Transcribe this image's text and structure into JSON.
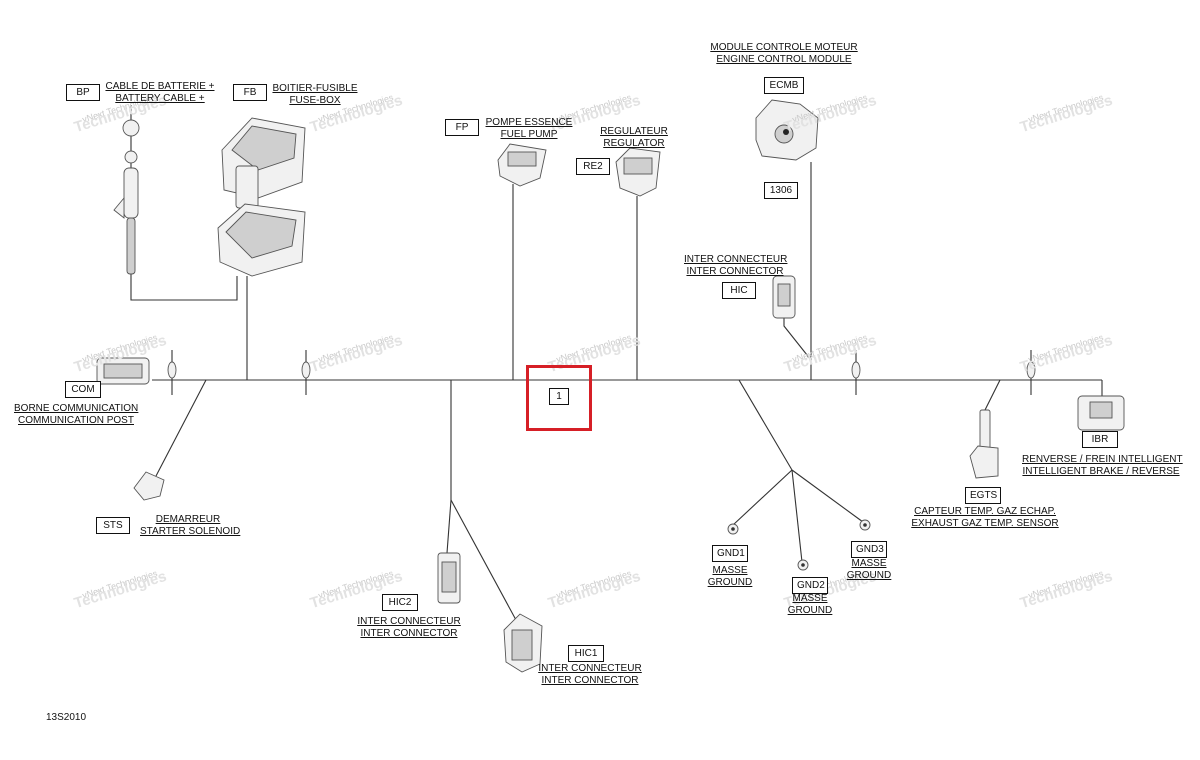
{
  "diagram": {
    "figure_id": "13S2010",
    "highlight_code": "1",
    "watermark_line1": "vNext Technologies",
    "watermark_line2": "Technologies"
  },
  "components": {
    "bp": {
      "code": "BP",
      "label_fr": "CABLE DE BATTERIE +",
      "label_en": "BATTERY CABLE +"
    },
    "fb": {
      "code": "FB",
      "label_fr": "BOITIER-FUSIBLE",
      "label_en": "FUSE-BOX"
    },
    "fp": {
      "code": "FP",
      "label_fr": "POMPE ESSENCE",
      "label_en": "FUEL PUMP"
    },
    "re2": {
      "code": "RE2",
      "label_fr": "REGULATEUR",
      "label_en": "REGULATOR"
    },
    "ecmb": {
      "code": "ECMB",
      "label_fr": "MODULE CONTROLE MOTEUR",
      "label_en": "ENGINE CONTROL MODULE",
      "subcode": "1306"
    },
    "hic": {
      "code": "HIC",
      "label_fr": "INTER CONNECTEUR",
      "label_en": "INTER CONNECTOR"
    },
    "com": {
      "code": "COM",
      "label_fr": "BORNE COMMUNICATION",
      "label_en": "COMMUNICATION POST"
    },
    "sts": {
      "code": "STS",
      "label_fr": "DEMARREUR",
      "label_en": "STARTER SOLENOID"
    },
    "hic2": {
      "code": "HIC2",
      "label_fr": "INTER CONNECTEUR",
      "label_en": "INTER CONNECTOR"
    },
    "hic1": {
      "code": "HIC1",
      "label_fr": "INTER CONNECTEUR",
      "label_en": "INTER CONNECTOR"
    },
    "gnd1": {
      "code": "GND1",
      "label_fr": "MASSE",
      "label_en": "GROUND"
    },
    "gnd2": {
      "code": "GND2",
      "label_fr": "MASSE",
      "label_en": "GROUND"
    },
    "gnd3": {
      "code": "GND3",
      "label_fr": "MASSE",
      "label_en": "GROUND"
    },
    "egts": {
      "code": "EGTS",
      "label_fr": "CAPTEUR TEMP. GAZ ECHAP.",
      "label_en": "EXHAUST GAZ TEMP. SENSOR"
    },
    "ibr": {
      "code": "IBR",
      "label_fr": "RENVERSE / FREIN INTELLIGENT",
      "label_en": "INTELLIGENT BRAKE / REVERSE"
    }
  },
  "colors": {
    "highlight": "#d61f26",
    "wire": "#333333",
    "watermark": "#c9c9c9"
  }
}
